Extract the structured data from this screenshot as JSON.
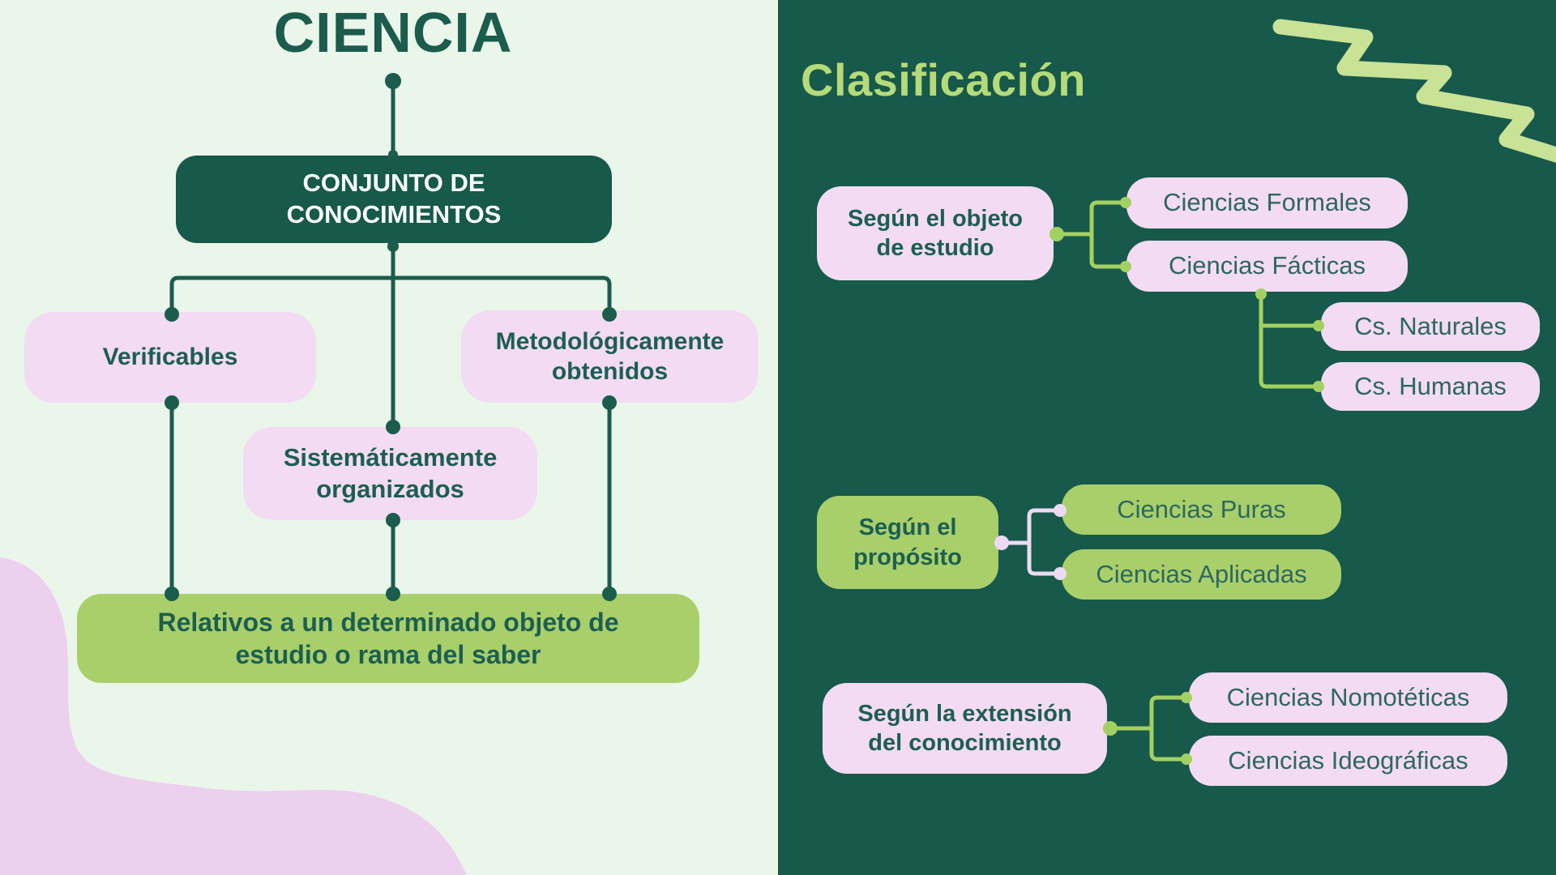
{
  "left_panel": {
    "title": "CIENCIA",
    "root": "CONJUNTO DE CONOCIMIENTOS",
    "traits": [
      "Verificables",
      "Metodológicamente obtenidos",
      "Sistemáticamente organizados"
    ],
    "summary": "Relativos a un determinado objeto de estudio o rama del saber"
  },
  "right_panel": {
    "title": "Clasificación",
    "groups": [
      {
        "label": "Según el objeto de estudio",
        "children": [
          "Ciencias Formales",
          "Ciencias Fácticas"
        ],
        "grandchildren": [
          "Cs. Naturales",
          "Cs. Humanas"
        ]
      },
      {
        "label": "Según el propósito",
        "children": [
          "Ciencias Puras",
          "Ciencias Aplicadas"
        ]
      },
      {
        "label": "Según la extensión del conocimiento",
        "children": [
          "Ciencias Nomotéticas",
          "Ciencias Ideográficas"
        ]
      }
    ]
  },
  "colors": {
    "left_background": "#eaf6ea",
    "right_background": "#17594a",
    "dark_node": "#17594a",
    "pink_node": "#f3dbf3",
    "green_node": "#a9cf6b",
    "dark_heading_text": "#1c5c4c",
    "light_green_title": "#b5da7a",
    "node_bold_text": "#1c5f51",
    "leaf_text": "#2d685f",
    "wire_dark_green": "#1b5c4d",
    "wire_light_green": "#a2d161",
    "wire_pink": "#ecdaf4",
    "squiggle": "#c8e296",
    "corner_blob_pink": "#edd0ee",
    "root_text": "#fafdfa"
  }
}
